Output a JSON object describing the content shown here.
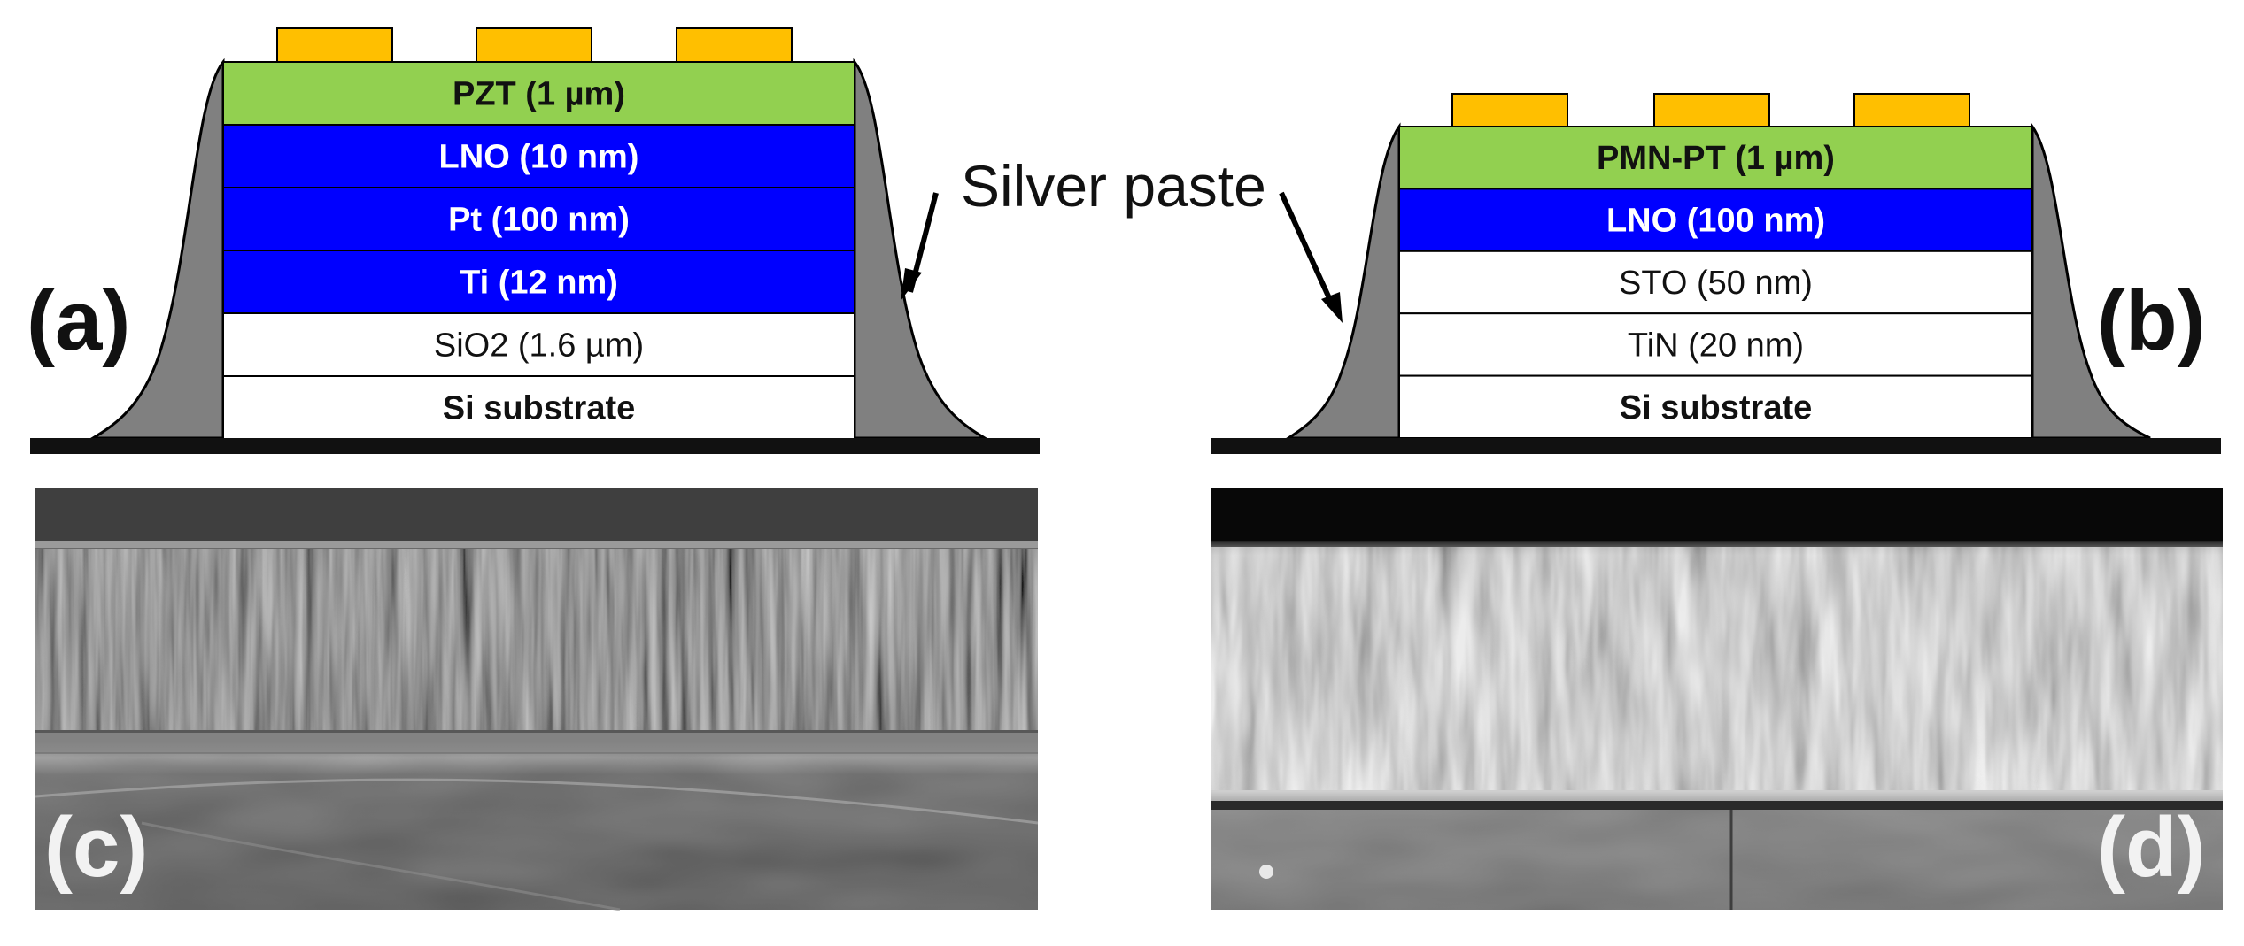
{
  "colors": {
    "electrode": "#ffbf00",
    "piezo_layer": "#92d050",
    "conductive_layer": "#0000ff",
    "insulator_layer": "#ffffff",
    "silver_paste": "#808080",
    "base": "#111111"
  },
  "panel_a": {
    "label": "(a)",
    "layers": [
      {
        "text": "PZT (1 µm)",
        "color": "#92d050"
      },
      {
        "text": "LNO (10 nm)",
        "color": "#0000ff"
      },
      {
        "text": "Pt (100 nm)",
        "color": "#0000ff"
      },
      {
        "text": "Ti (12 nm)",
        "color": "#0000ff"
      },
      {
        "text": "SiO2 (1.6 µm)",
        "color": "#ffffff"
      },
      {
        "text": "Si substrate",
        "color": "#ffffff"
      }
    ]
  },
  "panel_b": {
    "label": "(b)",
    "layers": [
      {
        "text": "PMN-PT (1 µm)",
        "color": "#92d050"
      },
      {
        "text": "LNO (100 nm)",
        "color": "#0000ff"
      },
      {
        "text": "STO (50 nm)",
        "color": "#ffffff"
      },
      {
        "text": "TiN (20 nm)",
        "color": "#ffffff"
      },
      {
        "text": "Si substrate",
        "color": "#ffffff"
      }
    ]
  },
  "callout": {
    "text": "Silver paste"
  },
  "panel_c": {
    "label": "(c)"
  },
  "panel_d": {
    "label": "(d)"
  }
}
